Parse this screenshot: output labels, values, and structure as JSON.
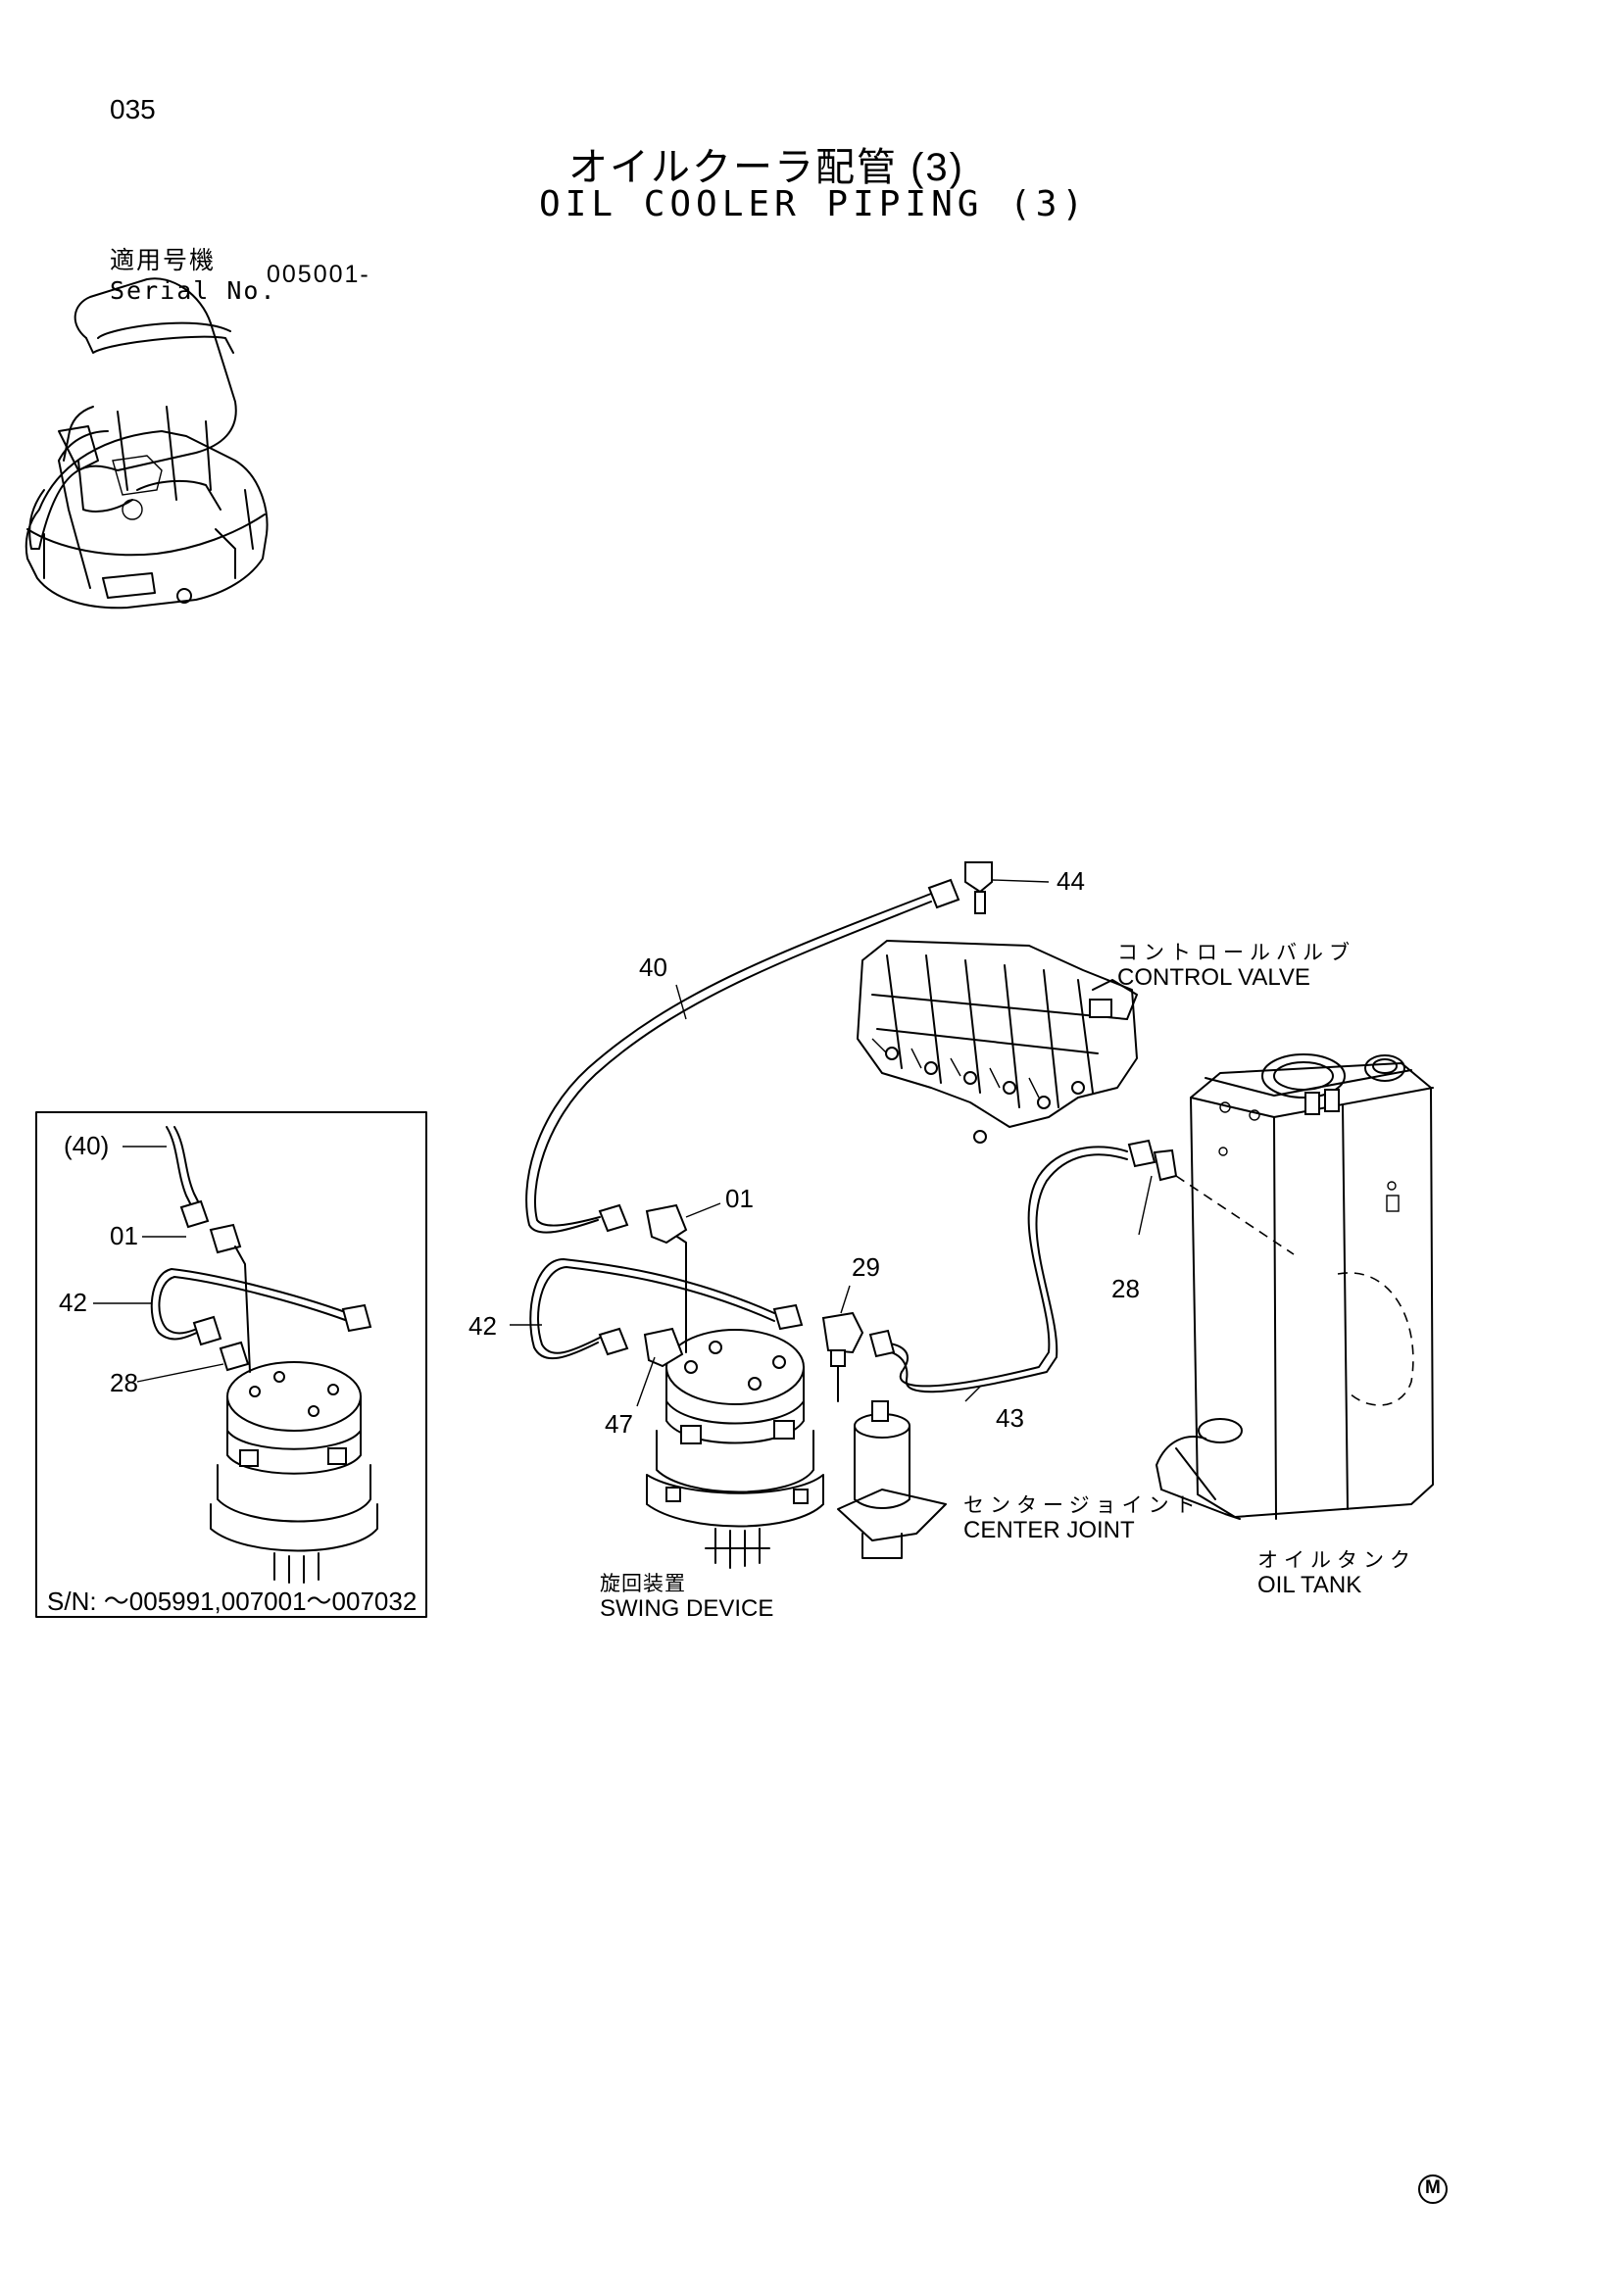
{
  "page": {
    "number": "035"
  },
  "title": {
    "jp": "オイルクーラ配管 (3)",
    "en": "OIL COOLER PIPING (3)"
  },
  "serial": {
    "label_jp": "適用号機",
    "label_en": "Serial No.",
    "value": "005001-"
  },
  "components": {
    "control_valve": {
      "jp": "コントロールバルブ",
      "en": "CONTROL VALVE"
    },
    "oil_tank": {
      "jp": "オイルタンク",
      "en": "OIL TANK"
    },
    "center_joint": {
      "jp": "センタージョイント",
      "en": "CENTER JOINT"
    },
    "swing_device": {
      "jp": "旋回装置",
      "en": "SWING DEVICE"
    }
  },
  "callouts": {
    "c44": "44",
    "c40": "40",
    "c01": "01",
    "c29": "29",
    "c28": "28",
    "c42": "42",
    "c47": "47",
    "c43": "43"
  },
  "inset": {
    "c40": "(40)",
    "c01": "01",
    "c42": "42",
    "c28": "28",
    "serial_note": "S/N: ～005991,007001～007032"
  },
  "footer": {
    "mark": "M"
  }
}
